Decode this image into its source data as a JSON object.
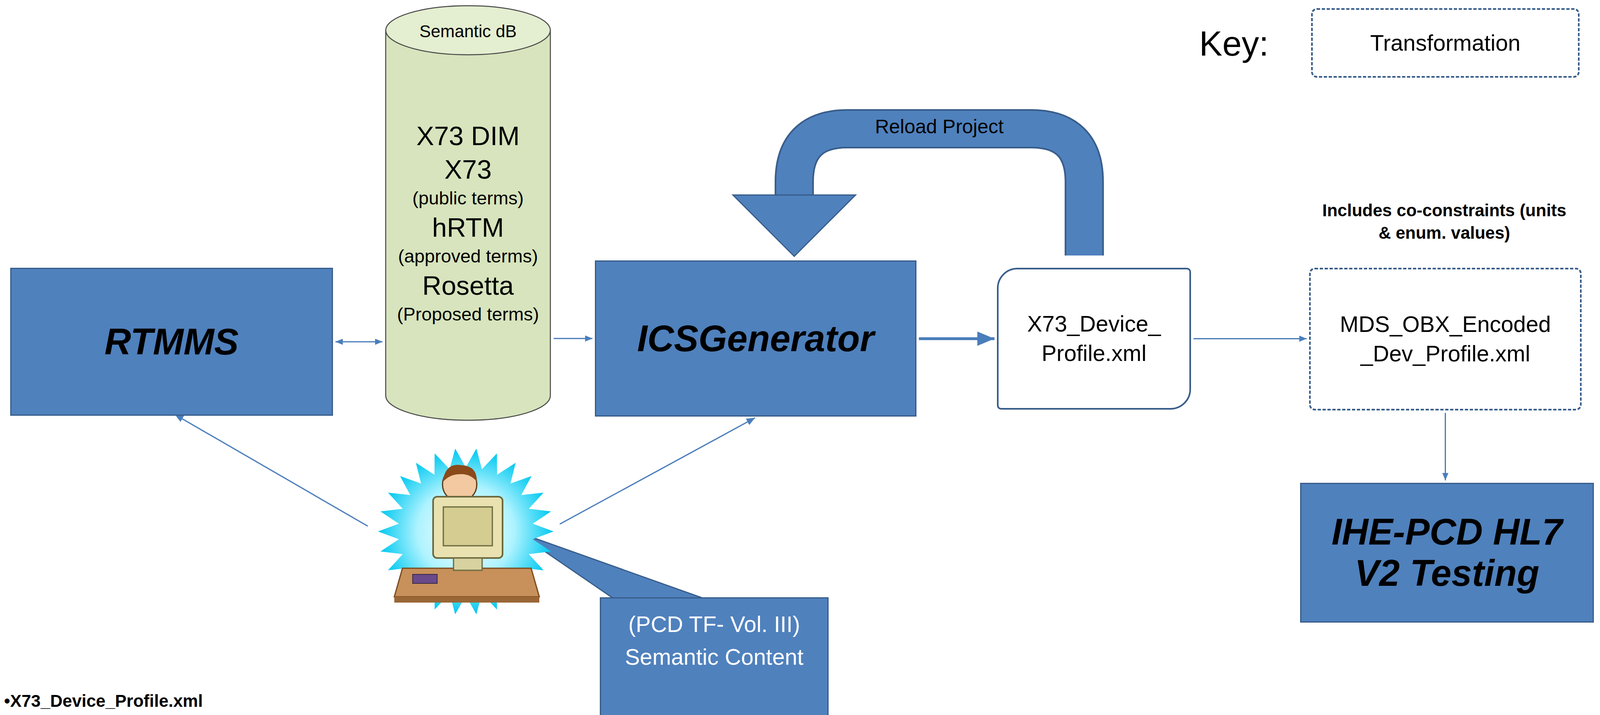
{
  "diagram": {
    "nodes": [
      {
        "text": [
          "RTMMS"
        ]
      },
      {
        "text": [
          "Semantic dB",
          "X73 DIM",
          "X73",
          "(public terms)",
          "hRTM",
          "(approved terms)",
          "Rosetta",
          "(Proposed terms)"
        ]
      },
      {
        "text": [
          "ICSGenerator"
        ]
      },
      {
        "text": [
          "X73_Device_ Profile.xml"
        ]
      },
      {
        "text": [
          "MDS_OBX_Encoded _Dev_Profile.xml"
        ]
      },
      {
        "text": [
          "IHE-PCD HL7 V2 Testing"
        ]
      },
      {
        "text": [
          "(PCD TF- Vol. III) Semantic Content"
        ]
      }
    ],
    "edges": [
      {
        "from": 0,
        "to": 1,
        "arrow": "both"
      },
      {
        "from": 1,
        "to": 2,
        "arrow": "to"
      },
      {
        "from": 2,
        "to": 3,
        "arrow": "to"
      },
      {
        "from": 3,
        "to": 4,
        "arrow": "to"
      },
      {
        "from": 4,
        "to": 5,
        "arrow": "to"
      },
      {
        "from": 3,
        "to": 2,
        "label": "Reload Project",
        "arrow": "to"
      }
    ],
    "labels": [
      "Key:",
      "Includes co-constraints (units & enum. values)",
      "•X73_Device_Profile.xml"
    ],
    "legend": [
      {
        "text": "Transformation"
      }
    ]
  }
}
